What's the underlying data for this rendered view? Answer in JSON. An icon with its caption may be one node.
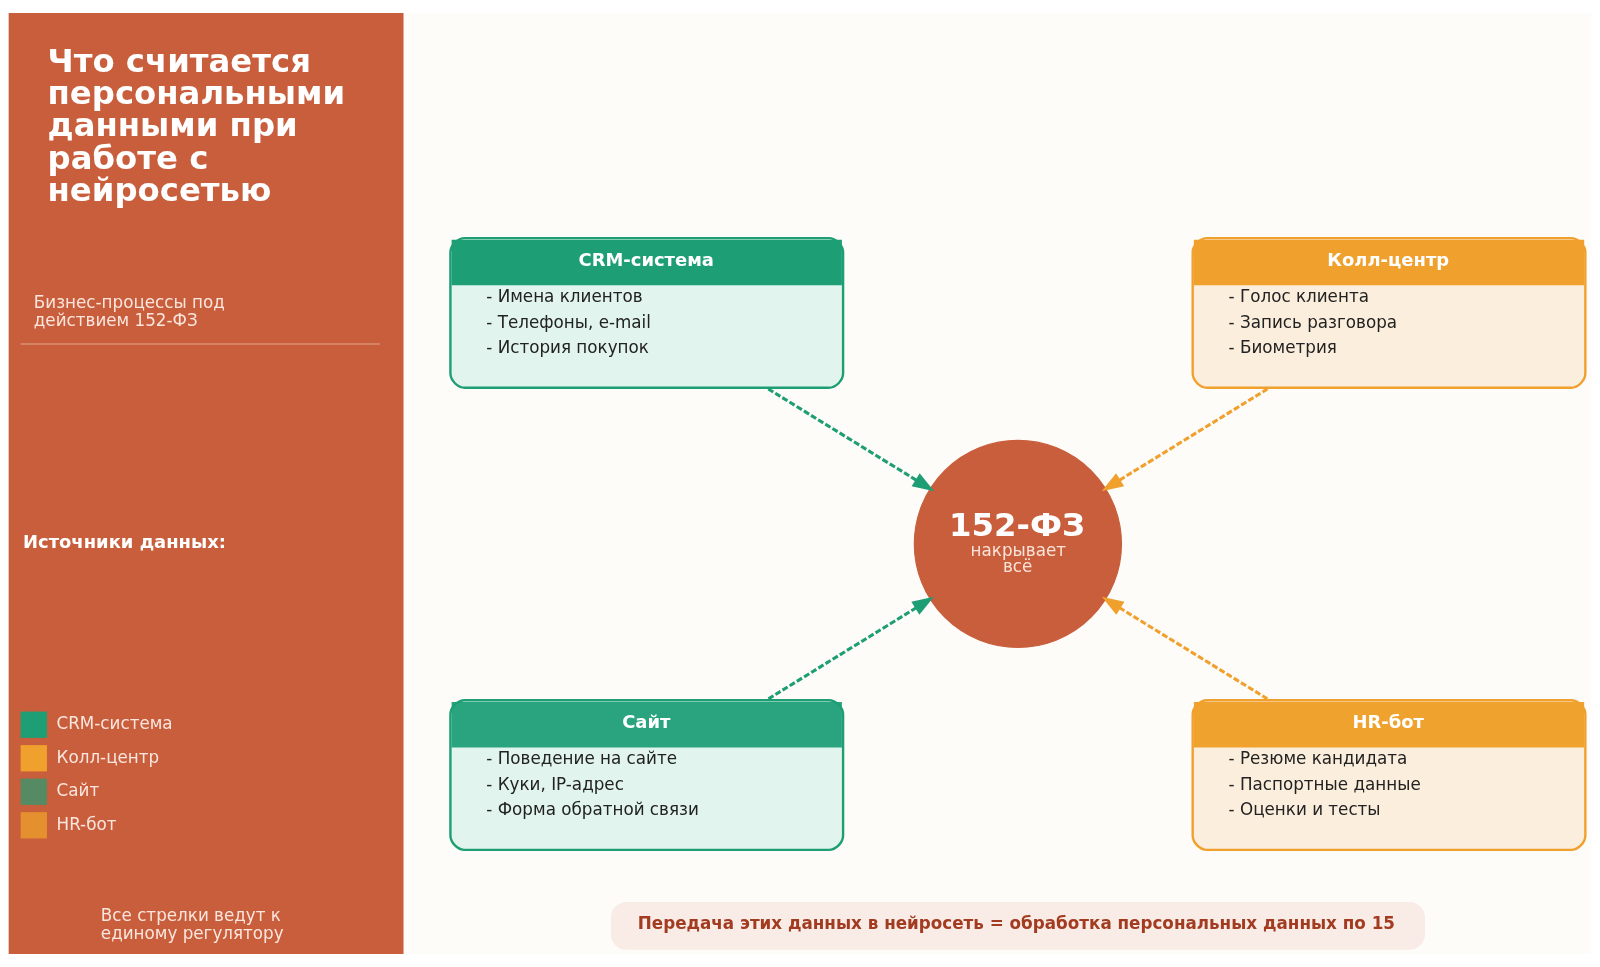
{
  "diagram": {
    "title": "Что считается персональными данными при работе с нейросетью",
    "nodes": [
      {
        "text": [
          "CRM-система",
          "- Имена клиентов",
          "- Телефоны, e-mail",
          "- История покупок"
        ]
      },
      {
        "text": [
          "Колл-центр",
          "- Голос клиента",
          "- Запись разговора",
          "- Биометрия"
        ]
      },
      {
        "text": [
          "152-ФЗ",
          "накрывает всё"
        ]
      },
      {
        "text": [
          "Сайт",
          "- Поведение на сайте",
          "- Куки, IP-адрес",
          "- Форма обратной связи"
        ]
      },
      {
        "text": [
          "HR-бот",
          "- Резюме кандидата",
          "- Паспортные данные",
          "- Оценки и тесты"
        ]
      },
      {
        "text": [
          "Передача этих данных в нейросеть = обработка персональных данных по 15"
        ]
      }
    ],
    "edges": [
      {
        "from": 0,
        "to": 2,
        "arrow": "to",
        "style": "dashed",
        "color": "#1e9e74"
      },
      {
        "from": 1,
        "to": 2,
        "arrow": "to",
        "style": "dashed",
        "color": "#f0a02c"
      },
      {
        "from": 3,
        "to": 2,
        "arrow": "to",
        "style": "dashed",
        "color": "#1e9e74"
      },
      {
        "from": 4,
        "to": 2,
        "arrow": "to",
        "style": "dashed",
        "color": "#f0a02c"
      }
    ],
    "labels": [
      "Бизнес-процессы под действием 152-ФЗ",
      "Источники данных:",
      "Все стрелки ведут к единому регулятору"
    ],
    "legend": [
      {
        "text": "CRM-система",
        "color": "#1e9e74"
      },
      {
        "text": "Колл-центр",
        "color": "#f0a02c"
      },
      {
        "text": "Сайт",
        "color": "#568a62"
      },
      {
        "text": "HR-бот",
        "color": "#e5902e"
      }
    ]
  }
}
